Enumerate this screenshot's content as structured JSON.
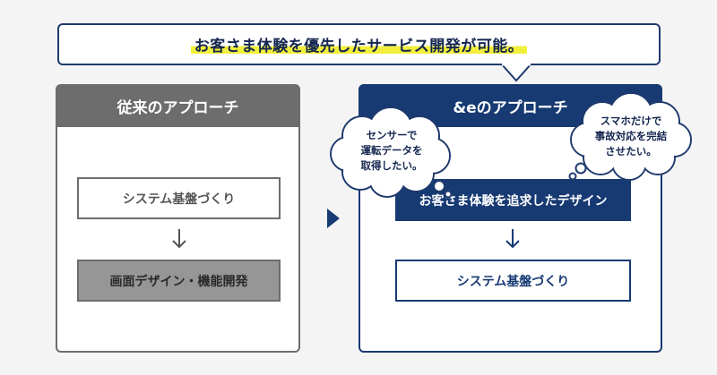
{
  "headline": "お客さま体験を優先したサービス開発が可能。",
  "left": {
    "title": "従来のアプローチ",
    "step1": "システム基盤づくり",
    "step2": "画面デザイン・機能開発"
  },
  "right": {
    "title": "&eのアプローチ",
    "step1": "お客さま体験を追求したデザイン",
    "step2": "システム基盤づくり"
  },
  "bubbles": {
    "left": "センサーで\n運転データを\n取得したい。",
    "right": "スマホだけで\n事故対応を完結\nさせたい。"
  },
  "colors": {
    "navy": "#173a73",
    "gray": "#6d6d6d",
    "highlight": "#f2ef3c"
  },
  "icons": {
    "down_arrow": "down-arrow-icon",
    "play_arrow": "play-triangle-icon"
  }
}
